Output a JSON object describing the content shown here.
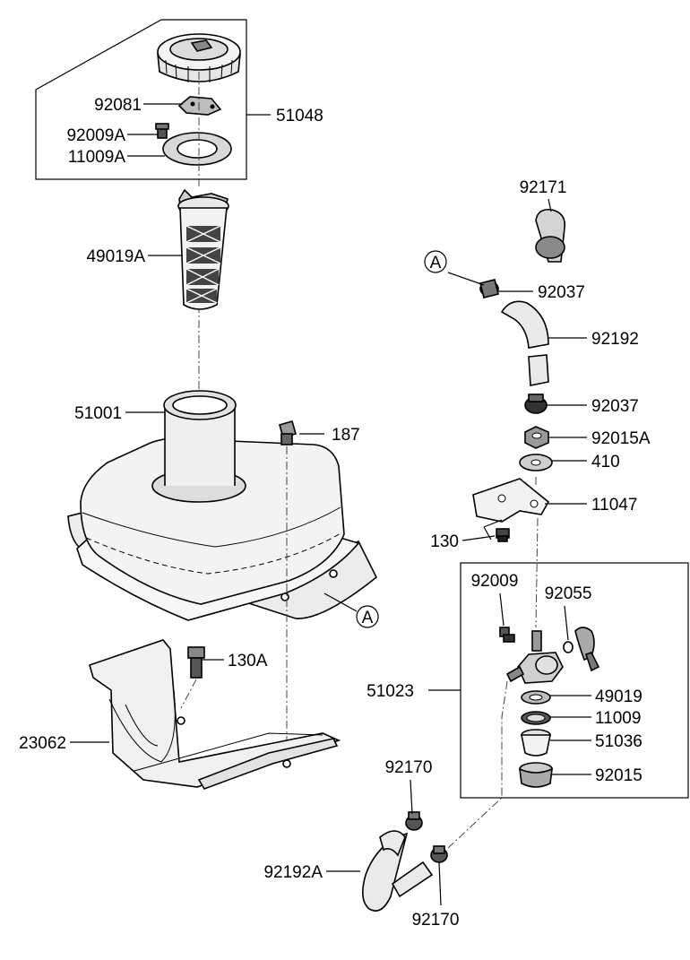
{
  "diagram": {
    "callouts": {
      "p92081": "92081",
      "p51048": "51048",
      "p92009A": "92009A",
      "p11009A": "11009A",
      "p49019A": "49019A",
      "p51001": "51001",
      "p187": "187",
      "p130A": "130A",
      "p23062": "23062",
      "p92171": "92171",
      "p92037a": "92037",
      "p92192": "92192",
      "p92037b": "92037",
      "p92015A": "92015A",
      "p410": "410",
      "p11047": "11047",
      "p130": "130",
      "p92009": "92009",
      "p92055": "92055",
      "p51023": "51023",
      "p49019": "49019",
      "p11009": "11009",
      "p51036": "51036",
      "p92015": "92015",
      "p92170a": "92170",
      "p92192A": "92192A",
      "p92170b": "92170"
    },
    "refs": {
      "refA1": "A",
      "refA2": "A"
    }
  }
}
